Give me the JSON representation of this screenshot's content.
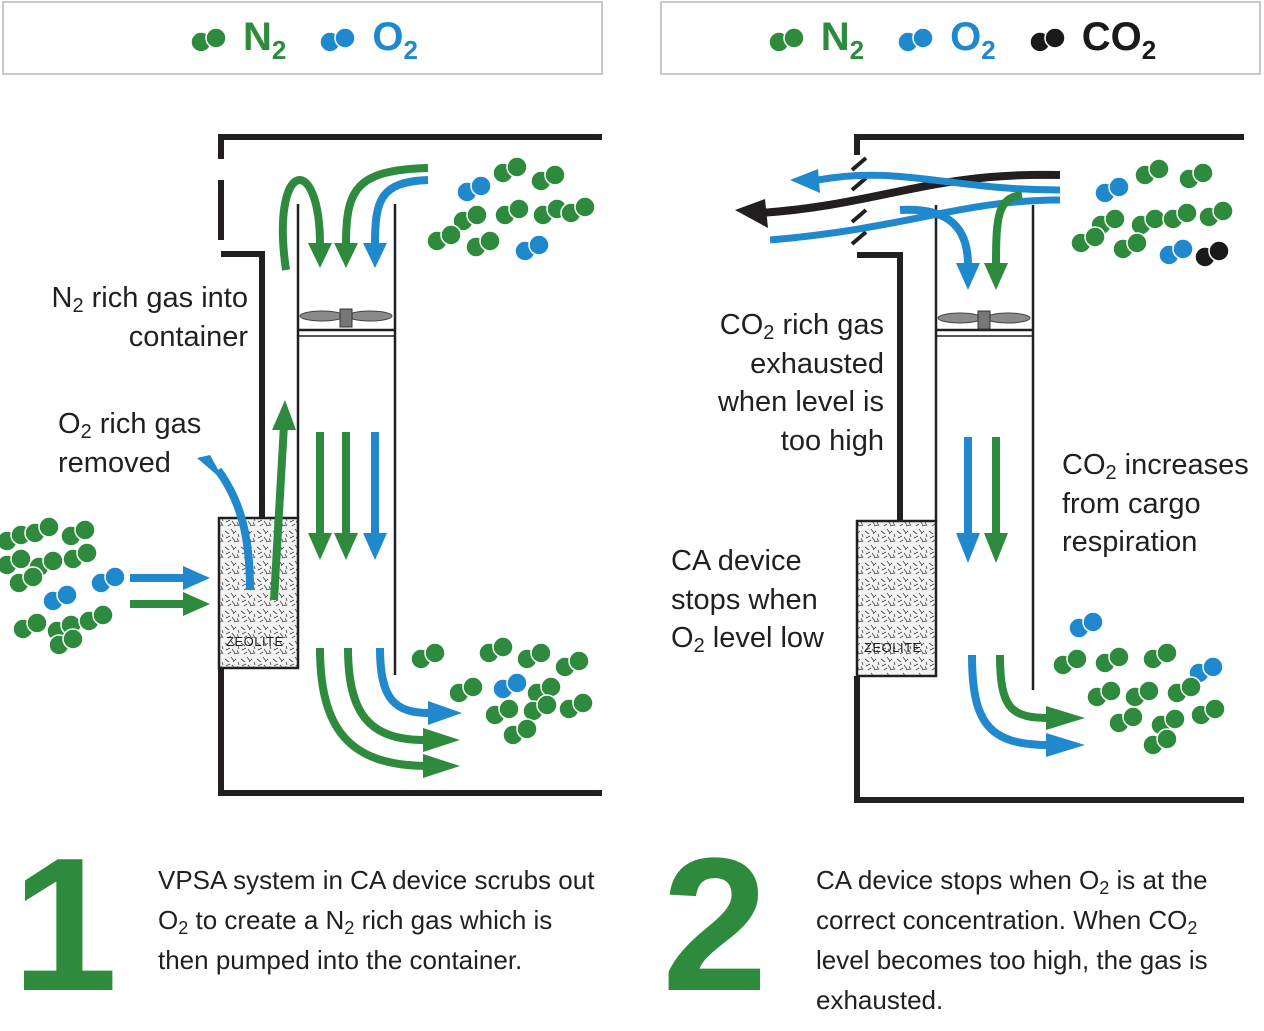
{
  "colors": {
    "n2": "#2e8b3e",
    "o2": "#2088cc",
    "co2": "#1a1a1a",
    "wall": "#231f20"
  },
  "legend_left": [
    {
      "formula": "N",
      "sub": "2",
      "color": "#2e8b3e",
      "icon": "n2-molecule-icon"
    },
    {
      "formula": "O",
      "sub": "2",
      "color": "#2088cc",
      "icon": "o2-molecule-icon"
    }
  ],
  "legend_right": [
    {
      "formula": "N",
      "sub": "2",
      "color": "#2e8b3e",
      "icon": "n2-molecule-icon"
    },
    {
      "formula": "O",
      "sub": "2",
      "color": "#2088cc",
      "icon": "o2-molecule-icon"
    },
    {
      "formula": "CO",
      "sub": "2",
      "color": "#1a1a1a",
      "icon": "co2-molecule-icon"
    }
  ],
  "panel1": {
    "n2_rich": {
      "a": "N",
      "sub": "2",
      "b": " rich gas into",
      "line2": "container"
    },
    "o2_rich": {
      "a": "O",
      "sub": "2",
      "b": " rich gas",
      "line2": "removed"
    },
    "zeolite": "ZEOLITE",
    "step_number": "1",
    "step_text": {
      "l1": "VPSA system in CA device scrubs out",
      "l2a": "O",
      "l2sub": "2",
      "l2b": " to create a N",
      "l2sub2": "2",
      "l2c": " rich gas which is",
      "l3": "then pumped into the container."
    }
  },
  "panel2": {
    "co2_exhaust": {
      "a": "CO",
      "sub": "2",
      "b": " rich gas",
      "l2": "exhausted",
      "l3": "when level is",
      "l4": "too high"
    },
    "ca_stops": {
      "l1": "CA device",
      "l2": "stops when",
      "l3a": "O",
      "l3sub": "2",
      "l3b": " level low"
    },
    "co2_increases": {
      "a": "CO",
      "sub": "2",
      "b": " increases",
      "l2": "from cargo",
      "l3": "respiration"
    },
    "zeolite": "ZEOLITE",
    "step_number": "2",
    "step_text": {
      "l1a": "CA device stops when  O",
      "l1sub": "2",
      "l1b": " is at the",
      "l2a": "correct concentration. When CO",
      "l2sub": "2",
      "l3": "level becomes too high, the gas is",
      "l4": "exhausted."
    }
  }
}
